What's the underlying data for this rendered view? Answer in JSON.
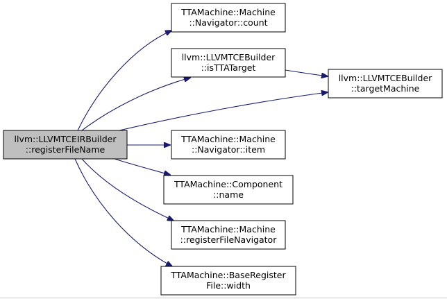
{
  "diagram": {
    "root": {
      "line1": "llvm::LLVMTCEIRBuilder",
      "line2": "::registerFileName"
    },
    "nodes": [
      {
        "id": "count",
        "line1": "TTAMachine::Machine",
        "line2": "::Navigator::count"
      },
      {
        "id": "isTTATarget",
        "line1": "llvm::LLVMTCEBuilder",
        "line2": "::isTTATarget"
      },
      {
        "id": "targetMachine",
        "line1": "llvm::LLVMTCEBuilder",
        "line2": "::targetMachine"
      },
      {
        "id": "item",
        "line1": "TTAMachine::Machine",
        "line2": "::Navigator::item"
      },
      {
        "id": "name",
        "line1": "TTAMachine::Component",
        "line2": "::name"
      },
      {
        "id": "registerFileNavigator",
        "line1": "TTAMachine::Machine",
        "line2": "::registerFileNavigator"
      },
      {
        "id": "width",
        "line1": "TTAMachine::BaseRegister",
        "line2": "File::width"
      }
    ],
    "edges": [
      {
        "from": "root",
        "to": "count"
      },
      {
        "from": "root",
        "to": "isTTATarget"
      },
      {
        "from": "root",
        "to": "targetMachine"
      },
      {
        "from": "root",
        "to": "item"
      },
      {
        "from": "root",
        "to": "name"
      },
      {
        "from": "root",
        "to": "registerFileNavigator"
      },
      {
        "from": "root",
        "to": "width"
      },
      {
        "from": "isTTATarget",
        "to": "targetMachine"
      }
    ],
    "colors": {
      "edge": "#191970",
      "root_fill": "#bfbfbf",
      "node_fill": "#ffffff",
      "border": "#000000"
    }
  }
}
